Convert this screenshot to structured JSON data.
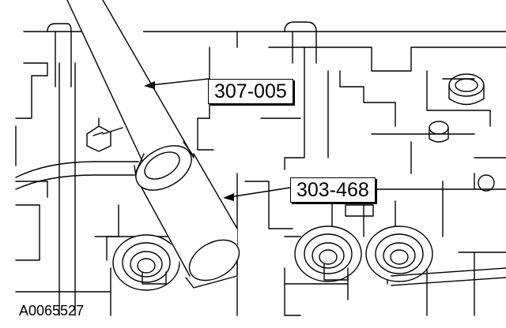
{
  "callouts": {
    "tool_top": "307-005",
    "tool_mid": "303-468"
  },
  "figure_id": "A0065527",
  "colors": {
    "line": "#000000",
    "background": "#ffffff"
  }
}
